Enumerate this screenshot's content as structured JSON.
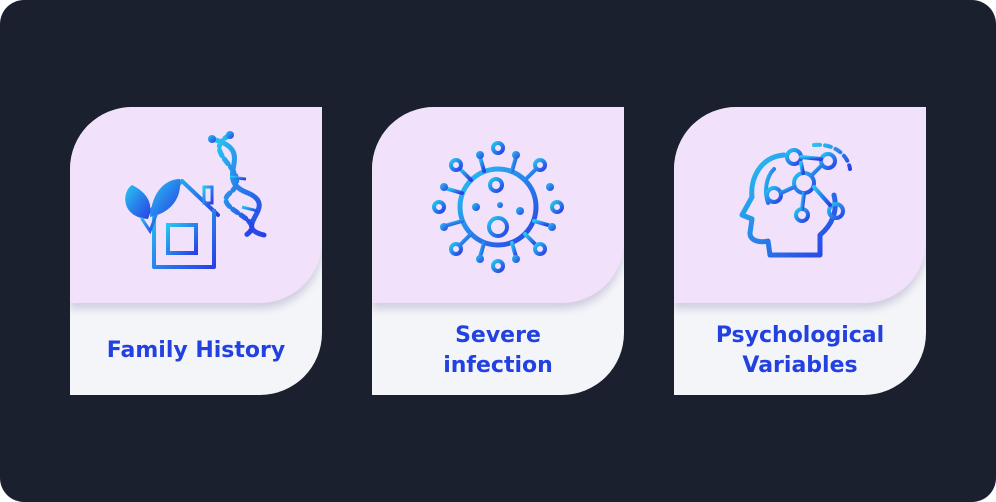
{
  "cards": [
    {
      "label": "Family History",
      "icon": "house-dna-icon"
    },
    {
      "label": "Severe\ninfection",
      "icon": "virus-icon"
    },
    {
      "label": "Psychological\nVariables",
      "icon": "head-network-icon"
    }
  ],
  "colors": {
    "background": "#1b202e",
    "card_top": "#f1e1fb",
    "card_bottom": "#f4f5f8",
    "label_text": "#2341e0",
    "icon_gradient_start": "#26c6f0",
    "icon_gradient_end": "#2a3fe6"
  }
}
